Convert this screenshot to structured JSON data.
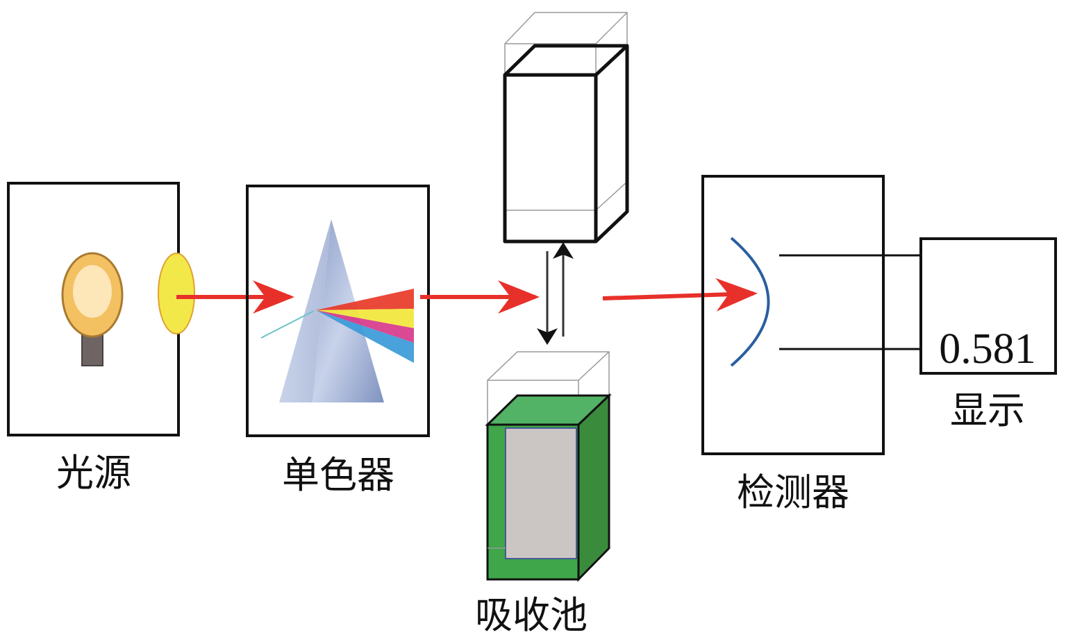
{
  "labels": {
    "light_source": "光源",
    "monochromator": "单色器",
    "absorption_cell": "吸收池",
    "detector": "检测器",
    "display": "显示"
  },
  "display_value": "0.581",
  "colors": {
    "beam": "#e8302a",
    "cell_solution": "#3fa64a",
    "bulb": "#f3c062",
    "lens": "#f3e84a",
    "detector_arc": "#2a5fa0"
  }
}
